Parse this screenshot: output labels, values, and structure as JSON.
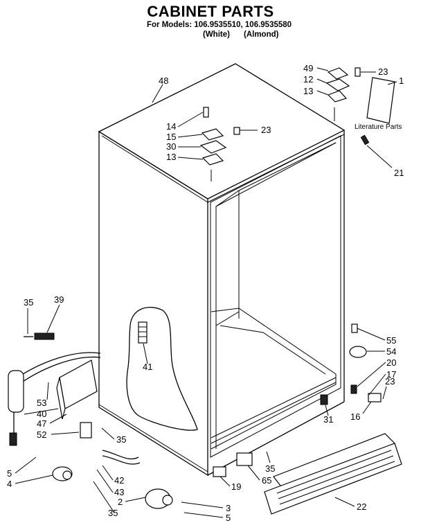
{
  "header": {
    "title": "CABINET PARTS",
    "models_line": "For Models: 106.9535510, 106.9535580",
    "color_white": "(White)",
    "color_almond": "(Almond)"
  },
  "literature_label": "Literature Parts",
  "callouts": {
    "c48": "48",
    "c49": "49",
    "c23a": "23",
    "c1": "1",
    "c12": "12",
    "c13a": "13",
    "c14": "14",
    "c15": "15",
    "c23b": "23",
    "c30": "30",
    "c13b": "13",
    "c21": "21",
    "c35a": "35",
    "c39": "39",
    "c41": "41",
    "c55": "55",
    "c54": "54",
    "c20": "20",
    "c17": "17",
    "c23c": "23",
    "c16": "16",
    "c31": "31",
    "c53": "53",
    "c40": "40",
    "c47": "47",
    "c52": "52",
    "c35b": "35",
    "c5a": "5",
    "c4": "4",
    "c42": "42",
    "c43": "43",
    "c2": "2",
    "c35c": "35",
    "c3": "3",
    "c5b": "5",
    "c35d": "35",
    "c65": "65",
    "c19": "19",
    "c22": "22"
  }
}
